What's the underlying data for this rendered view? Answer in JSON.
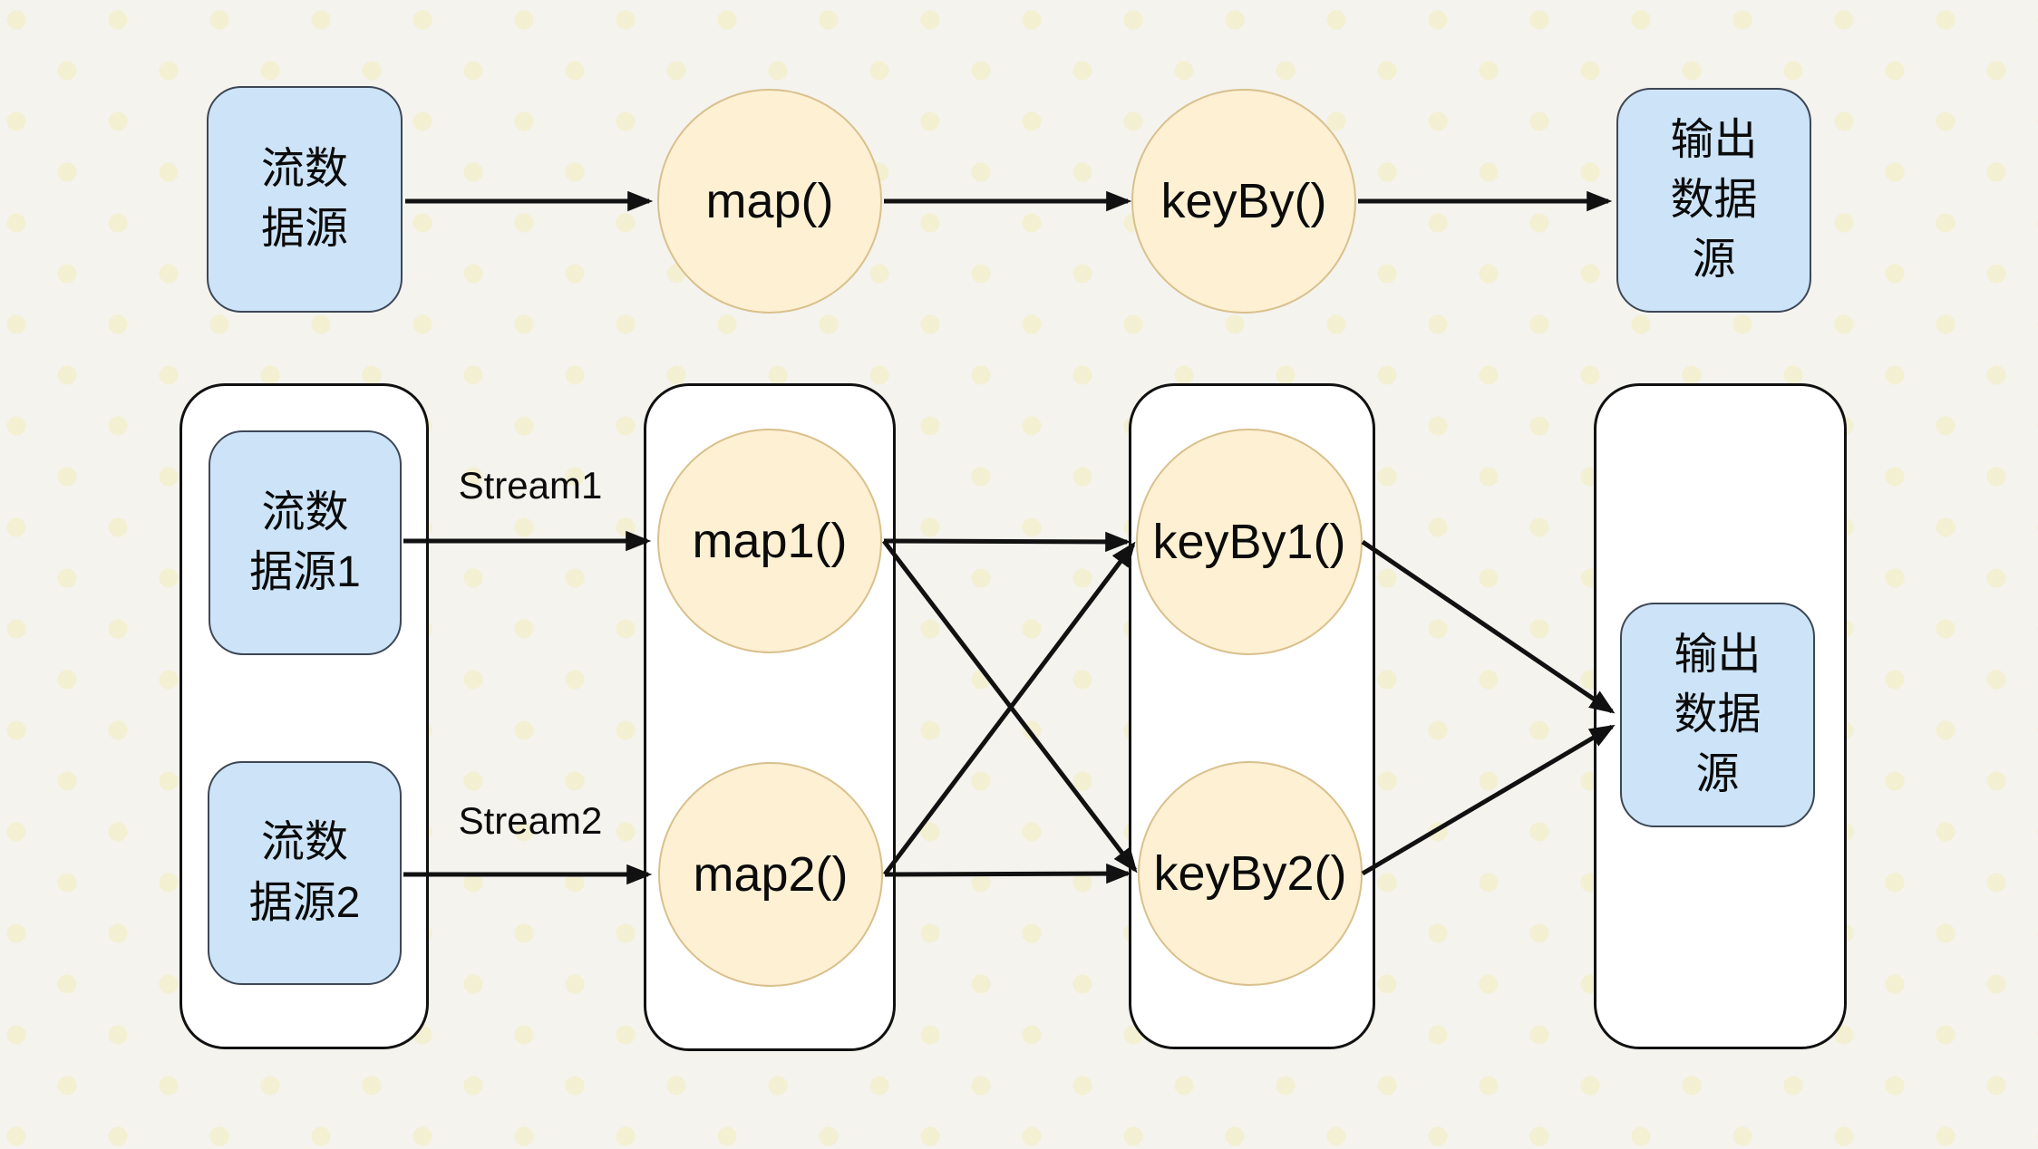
{
  "colors": {
    "bg": "#f4f3ee",
    "source_fill": "#cde4f8",
    "source_border": "#3d4755",
    "operator_fill": "#fdf0d3",
    "operator_border": "#d9c08c",
    "container_fill": "#ffffff",
    "container_border": "#111111",
    "arrow": "#111111",
    "text": "#0b0b0b"
  },
  "nodes": {
    "top_source": "流数\n据源",
    "top_map": "map()",
    "top_keyby": "keyBy()",
    "top_sink": "输出\n数据\n源",
    "source1": "流数\n据源1",
    "source2": "流数\n据源2",
    "map1": "map1()",
    "map2": "map2()",
    "keyby1": "keyBy1()",
    "keyby2": "keyBy2()",
    "bottom_sink": "输出\n数据\n源"
  },
  "edge_labels": {
    "stream1": "Stream1",
    "stream2": "Stream2"
  },
  "edges": [
    {
      "from": "top_source",
      "to": "top_map"
    },
    {
      "from": "top_map",
      "to": "top_keyby"
    },
    {
      "from": "top_keyby",
      "to": "top_sink"
    },
    {
      "from": "source1",
      "to": "map1",
      "label": "Stream1"
    },
    {
      "from": "source2",
      "to": "map2",
      "label": "Stream2"
    },
    {
      "from": "map1",
      "to": "keyby1"
    },
    {
      "from": "map1",
      "to": "keyby2"
    },
    {
      "from": "map2",
      "to": "keyby1"
    },
    {
      "from": "map2",
      "to": "keyby2"
    },
    {
      "from": "keyby1",
      "to": "bottom_sink"
    },
    {
      "from": "keyby2",
      "to": "bottom_sink"
    }
  ]
}
